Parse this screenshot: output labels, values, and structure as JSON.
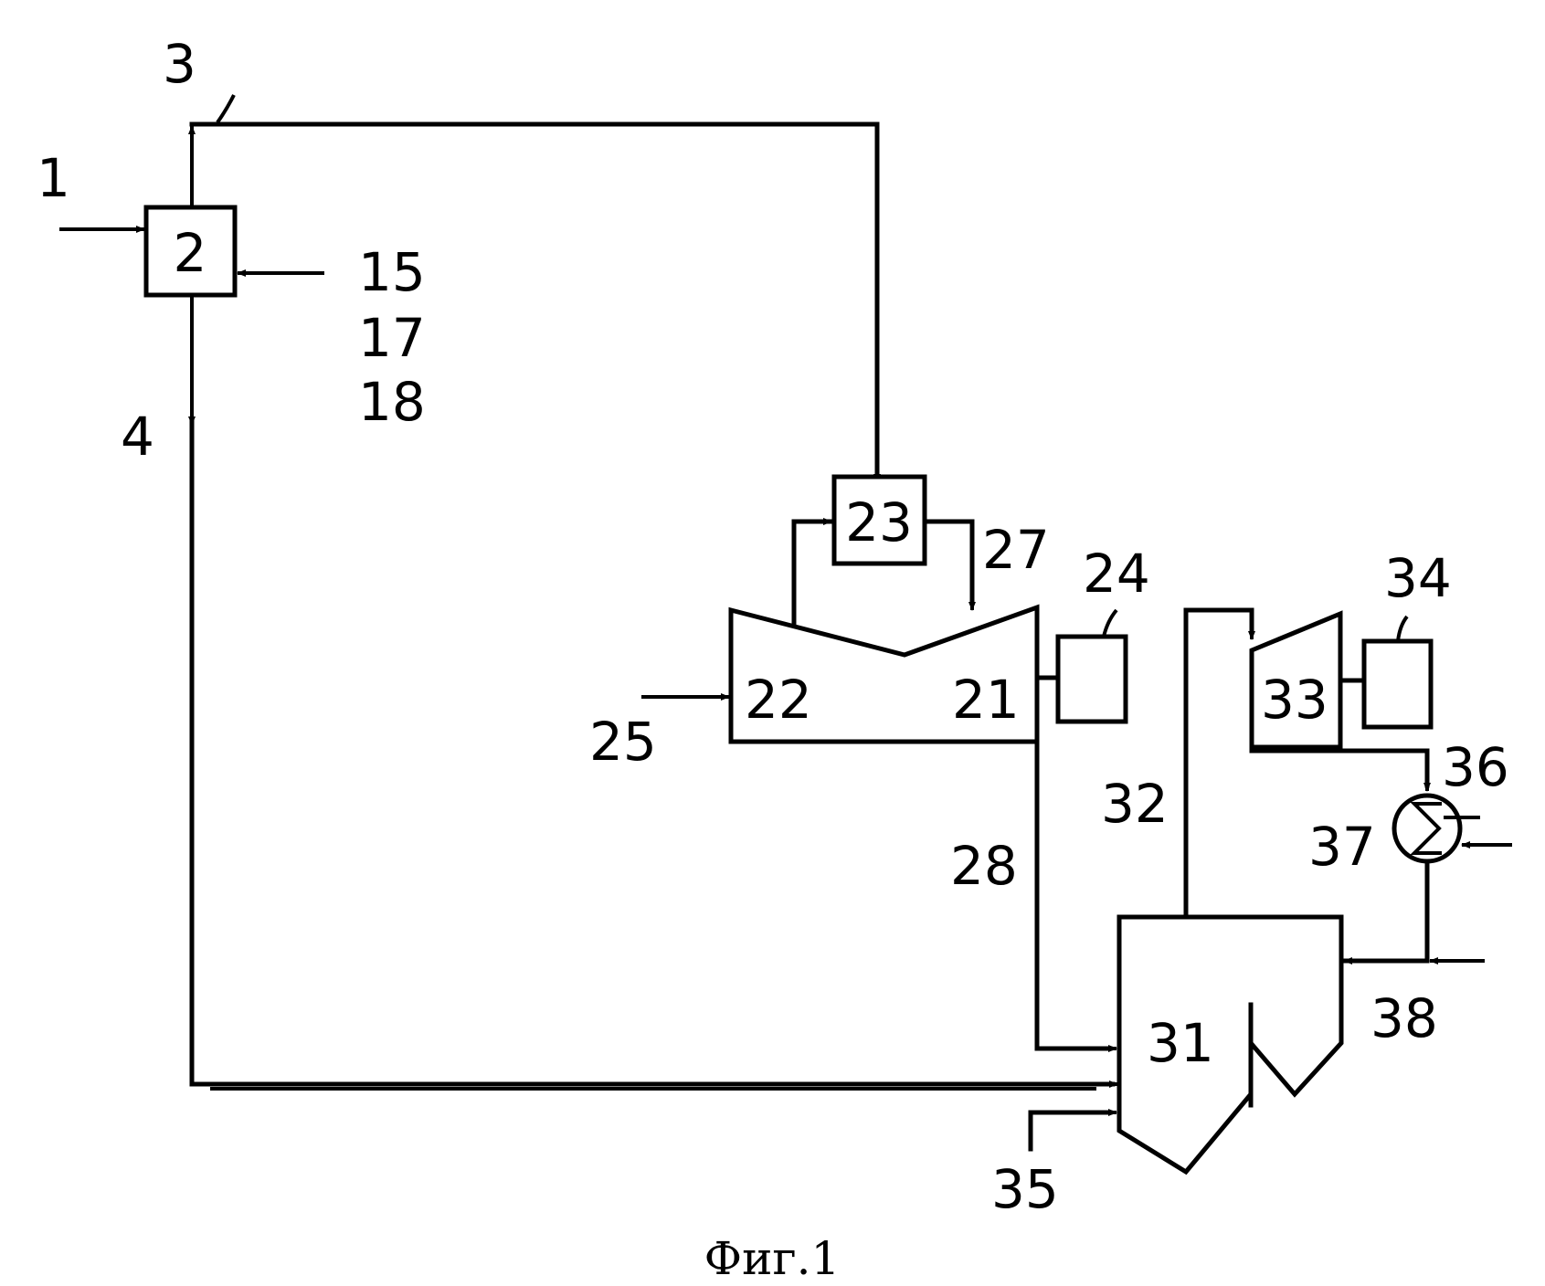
{
  "labels": {
    "l1": "1",
    "l2": "2",
    "l3": "3",
    "l4": "4",
    "l15": "15",
    "l17": "17",
    "l18": "18",
    "l21": "21",
    "l22": "22",
    "l23": "23",
    "l24": "24",
    "l25": "25",
    "l27": "27",
    "l28": "28",
    "l31": "31",
    "l32": "32",
    "l33": "33",
    "l34": "34",
    "l35": "35",
    "l36": "36",
    "l37": "37",
    "l38": "38"
  },
  "caption": "Фиг.1"
}
